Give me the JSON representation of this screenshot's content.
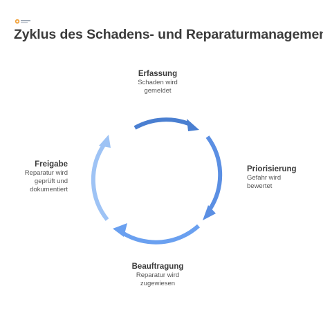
{
  "page": {
    "title": "Zyklus des Schadens- und Reparaturmanagements"
  },
  "steps": [
    {
      "title": "Erfassung",
      "description": "Schaden wird\ngemeldet",
      "color": "#4a7fd1"
    },
    {
      "title": "Priorisierung",
      "description": "Gefahr wird\nbewertet",
      "color": "#5b8fe3"
    },
    {
      "title": "Beauftragung",
      "description": "Reparatur wird\nzugewiesen",
      "color": "#6aa0f0"
    },
    {
      "title": "Freigabe",
      "description": "Reparatur wird\ngeprüft und\ndokumentiert",
      "color": "#9ec3f5"
    }
  ]
}
